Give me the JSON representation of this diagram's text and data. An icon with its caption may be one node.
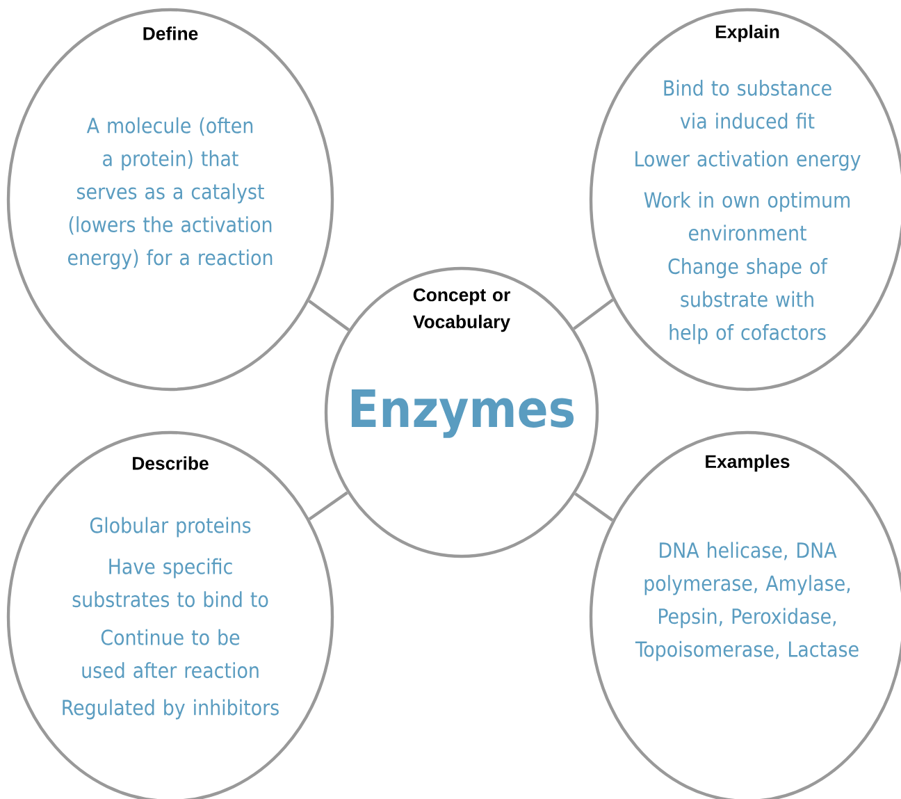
{
  "diagram": {
    "nodes": [
      {
        "text": [
          "Define",
          "A molecule (often a protein) that serves as a catalyst (lowers the activation energy) for a reaction"
        ]
      },
      {
        "text": [
          "Explain",
          "Bind to substance via induced fit",
          "Lower activation energy",
          "Work in own optimum environment",
          "Change shape of substrate with help of cofactors"
        ]
      },
      {
        "text": [
          "Concept or Vocabulary",
          "Enzymes"
        ]
      },
      {
        "text": [
          "Describe",
          "Globular proteins",
          "Have specific substrates to bind to",
          "Continue to be used after reaction",
          "Regulated by inhibitors"
        ]
      },
      {
        "text": [
          "Examples",
          "DNA helicase, DNA polymerase, Amylase, Pepsin, Peroxidase, Topoisomerase, Lactase"
        ]
      }
    ],
    "edges": [
      {
        "from": 2,
        "to": 0,
        "arrow": "none"
      },
      {
        "from": 2,
        "to": 1,
        "arrow": "none"
      },
      {
        "from": 2,
        "to": 3,
        "arrow": "none"
      },
      {
        "from": 2,
        "to": 4,
        "arrow": "none"
      }
    ]
  }
}
